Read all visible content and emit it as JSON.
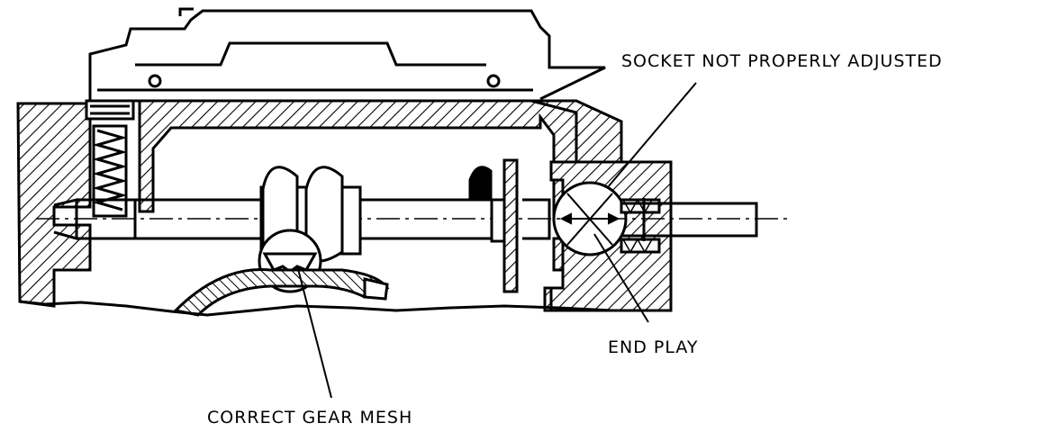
{
  "labels": {
    "socket": "SOCKET NOT PROPERLY ADJUSTED",
    "end_play": "END PLAY",
    "gear_mesh": "CORRECT GEAR MESH"
  },
  "colors": {
    "ink": "#000000",
    "paper": "#ffffff"
  }
}
